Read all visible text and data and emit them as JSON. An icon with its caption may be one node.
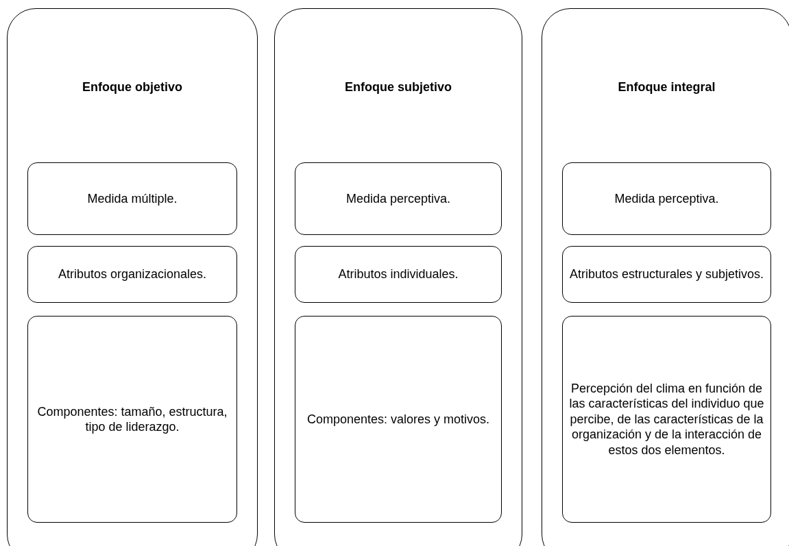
{
  "diagram": {
    "nodes": [
      {
        "text": [
          "Enfoque objetivo"
        ]
      },
      {
        "text": [
          "Medida múltiple."
        ],
        "in": 0
      },
      {
        "text": [
          "Atributos organizacionales."
        ],
        "in": 0
      },
      {
        "text": [
          "Componentes: tamaño, estructura, tipo de liderazgo."
        ],
        "in": 0
      },
      {
        "text": [
          "Enfoque subjetivo"
        ]
      },
      {
        "text": [
          "Medida perceptiva."
        ],
        "in": 4
      },
      {
        "text": [
          "Atributos individuales."
        ],
        "in": 4
      },
      {
        "text": [
          "Componentes: valores y motivos."
        ],
        "in": 4
      },
      {
        "text": [
          "Enfoque integral"
        ]
      },
      {
        "text": [
          "Medida perceptiva."
        ],
        "in": 8
      },
      {
        "text": [
          "Atributos estructurales y subjetivos."
        ],
        "in": 8
      },
      {
        "text": [
          "Percepción del clima en función de las características del individuo que percibe, de las características de la organización y de la interacción de estos dos elementos."
        ],
        "in": 8
      }
    ],
    "edges": []
  }
}
